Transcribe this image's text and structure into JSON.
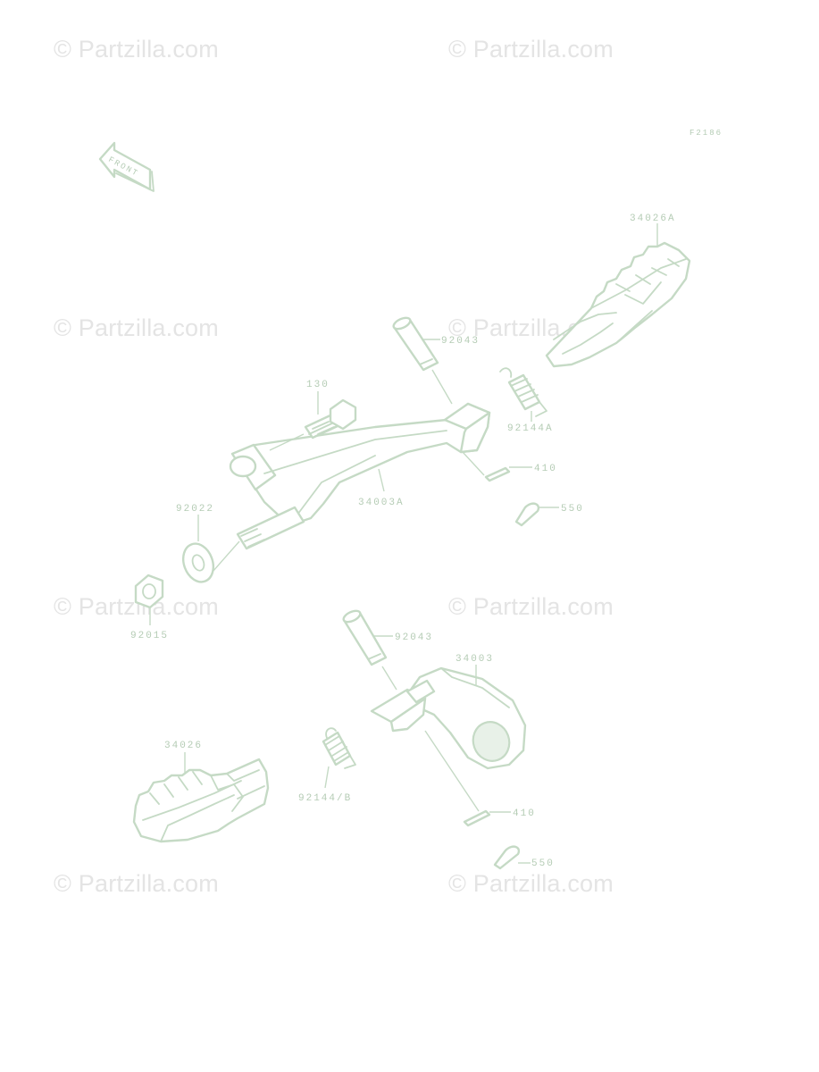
{
  "watermark": "© Partzilla.com",
  "figure_code": "F2186",
  "front_arrow_text": "FRONT",
  "labels": {
    "l_34026A": "34026A",
    "l_92043_top": "92043",
    "l_92144A": "92144A",
    "l_410_top": "410",
    "l_550_top": "550",
    "l_130": "130",
    "l_34003A": "34003A",
    "l_92022": "92022",
    "l_92015": "92015",
    "l_92043_bottom": "92043",
    "l_34003": "34003",
    "l_34026": "34026",
    "l_92144B": "92144/B",
    "l_410_bottom": "410",
    "l_550_bottom": "550"
  }
}
